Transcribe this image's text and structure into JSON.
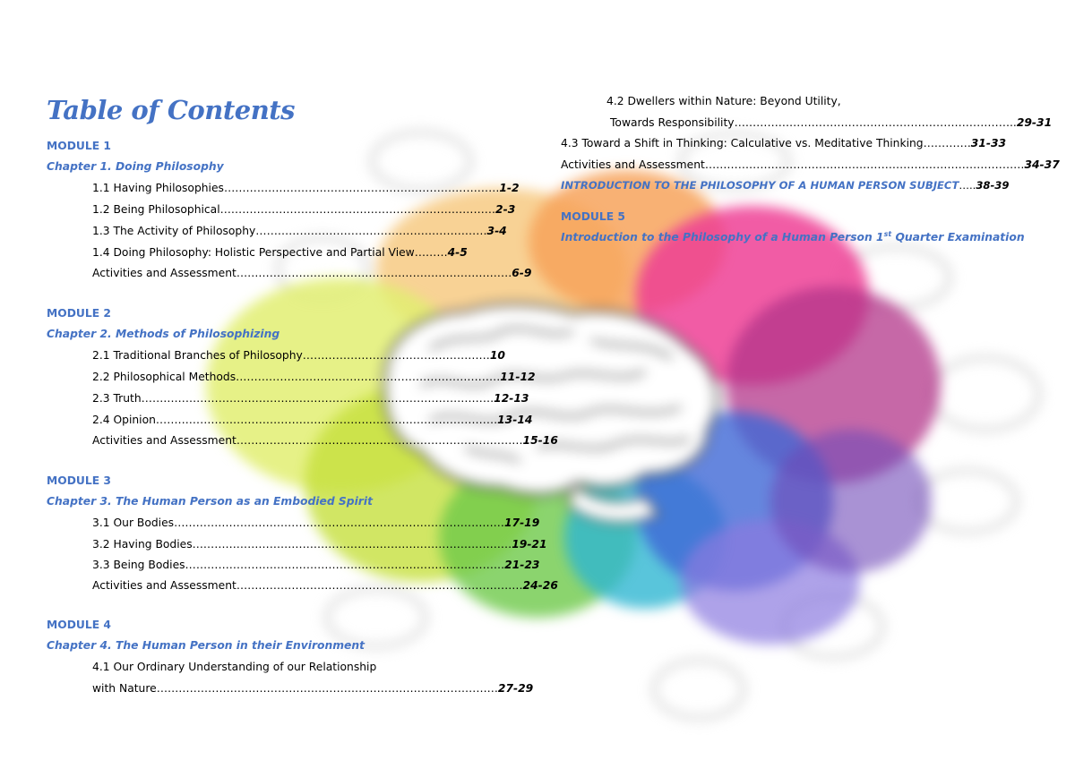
{
  "title": "Table of Contents",
  "left": {
    "m1": {
      "module": "MODULE 1",
      "chapter": "Chapter 1. Doing Philosophy",
      "entries": [
        {
          "text": "1.1  Having Philosophies",
          "dots": "…………………………………………………………………",
          "page": "1-2"
        },
        {
          "text": "1.2  Being Philosophical",
          "dots": "…………………………………………………………………",
          "page": "2-3"
        },
        {
          "text": "1.3  The Activity of Philosophy",
          "dots": "………………………………………………………",
          "page": "3-4"
        },
        {
          "text": "1.4  Doing Philosophy: Holistic Perspective and Partial View",
          "dots": "………",
          "page": "4-5"
        },
        {
          "text": "Activities and Assessment",
          "dots": "…………………………………………………………………",
          "page": "6-9"
        }
      ]
    },
    "m2": {
      "module": "MODULE 2",
      "chapter": "Chapter 2. Methods of Philosophizing",
      "entries": [
        {
          "text": "2.1 Traditional Branches of Philosophy",
          "dots": "……………………………………………",
          "page": "10"
        },
        {
          "text": "2.2 Philosophical Methods",
          "dots": "………………………………………………………………",
          "page": "11-12"
        },
        {
          "text": "2.3 Truth",
          "dots": "……………………………………………………………………………………",
          "page": "12-13"
        },
        {
          "text": "2.4 Opinion",
          "dots": "…………………………………………………………………………………",
          "page": "13-14"
        },
        {
          "text": "Activities and Assessment",
          "dots": "……………………………………………………………………",
          "page": "15-16"
        }
      ]
    },
    "m3": {
      "module": "MODULE 3",
      "chapter": "Chapter 3. The Human Person as an Embodied Spirit",
      "entries": [
        {
          "text": "3.1 Our Bodies",
          "dots": "………………………………………………………………………………",
          "page": "17-19"
        },
        {
          "text": "3.2 Having Bodies",
          "dots": "……………………………………………………………………………",
          "page": "19-21"
        },
        {
          "text": "3.3 Being Bodies",
          "dots": "……………………………………………………………………………",
          "page": "21-23"
        },
        {
          "text": "Activities and Assessment",
          "dots": "……………………………………………………………………",
          "page": "24-26"
        }
      ]
    },
    "m4": {
      "module": "MODULE 4",
      "chapter": "Chapter 4. The Human Person in their Environment",
      "entries": [
        {
          "text": "4.1 Our Ordinary Understanding of our Relationship"
        },
        {
          "text": "with Nature",
          "dots": "…………………………………………………………………………………",
          "page": "27-29"
        }
      ]
    }
  },
  "right": {
    "e1": {
      "text": "4.2 Dwellers within Nature: Beyond Utility,"
    },
    "e2": {
      "text": "Towards Responsibility",
      "dots": "…………………………………………………………………..",
      "page": "29-31"
    },
    "e3": {
      "text": "4.3 Toward a Shift in Thinking: Calculative vs. Meditative Thinking",
      "dots": "………….",
      "page": "31-33"
    },
    "e4": {
      "text": "Activities and Assessment",
      "dots": "……………………………………………………………………………",
      "page": "34-37"
    },
    "e5": {
      "text": "INTRODUCTION TO THE PHILOSOPHY OF A HUMAN PERSON SUBJECT",
      "dots": "…..",
      "page": "38-39"
    },
    "m5": {
      "module": "MODULE 5",
      "line_pre": "Introduction to the Philosophy of a Human Person 1",
      "sup": "st",
      "line_post": " Quarter Examination"
    }
  },
  "colors": {
    "accent": "#4472c4",
    "text": "#000000"
  },
  "background": {
    "illustration": "brain-with-color-splash"
  }
}
